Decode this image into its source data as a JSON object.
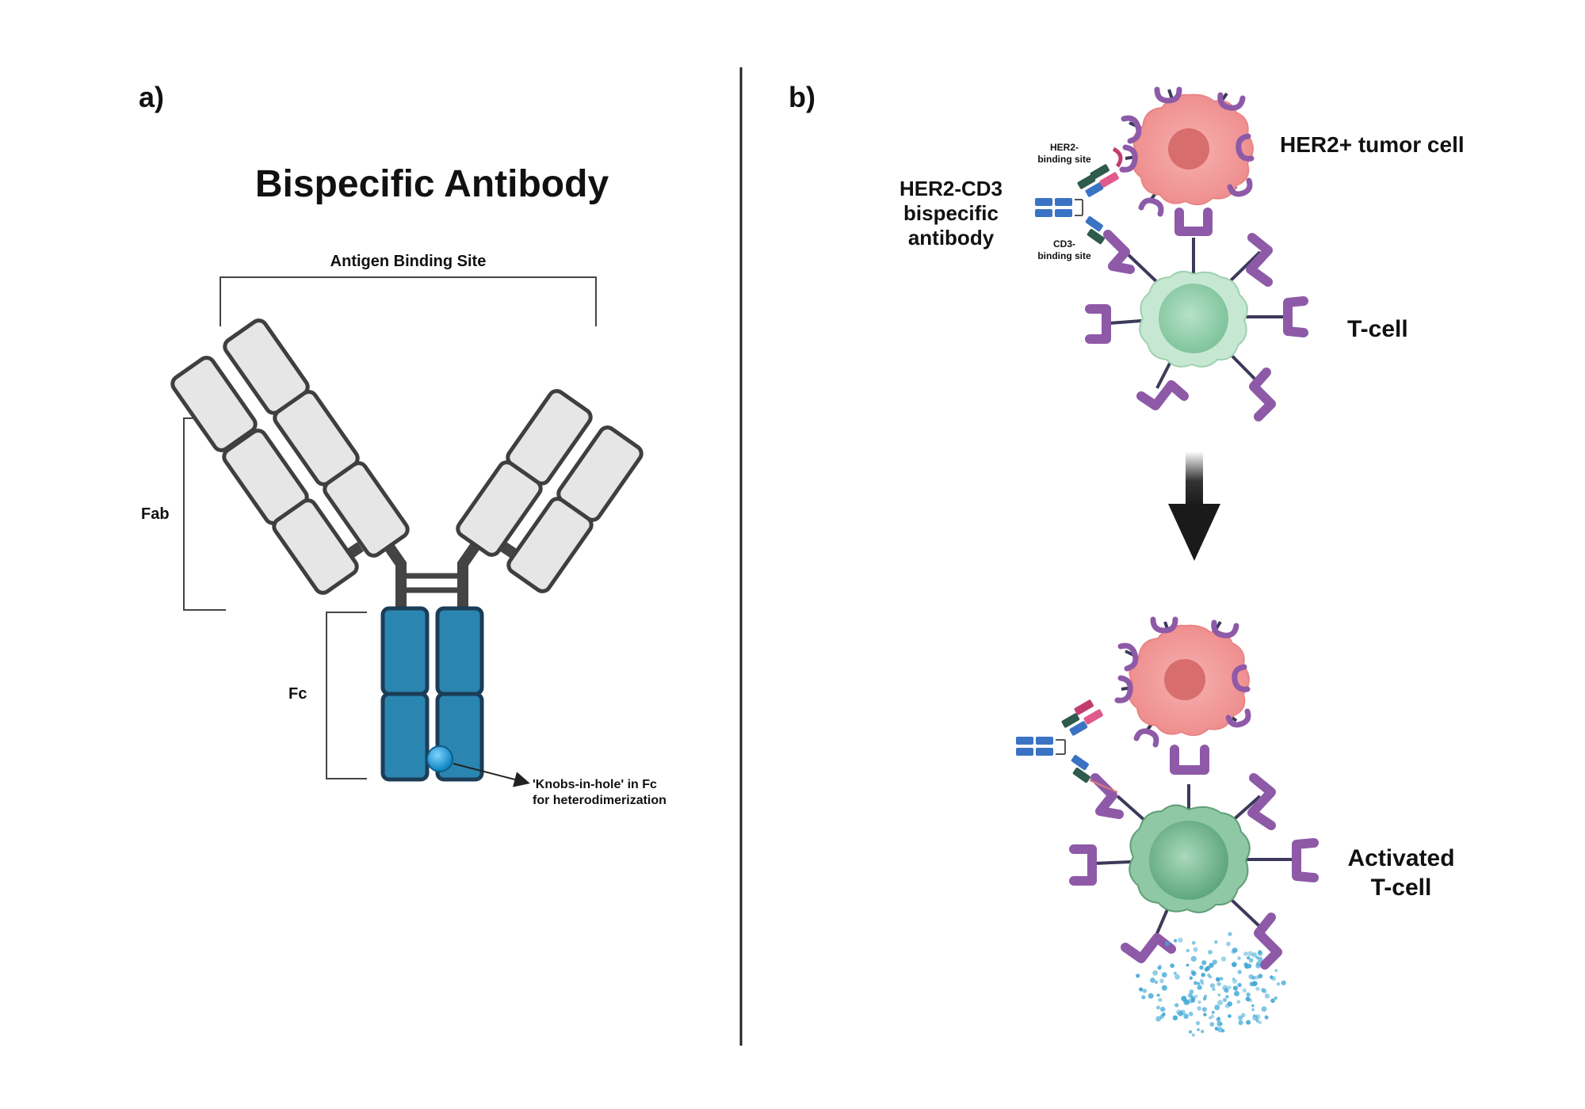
{
  "panel_a": {
    "label": "a)",
    "title": "Bispecific Antibody",
    "antigen_binding_site": "Antigen Binding Site",
    "fab": "Fab",
    "fc": "Fc",
    "knobs_line1": "'Knobs-in-hole' in Fc",
    "knobs_line2": "for heterodimerization"
  },
  "panel_b": {
    "label": "b)",
    "tumor_cell": "HER2+ tumor cell",
    "antibody_line1": "HER2-CD3",
    "antibody_line2": "bispecific",
    "antibody_line3": "antibody",
    "her2_site_line1": "HER2-",
    "her2_site_line2": "binding site",
    "cd3_site_line1": "CD3-",
    "cd3_site_line2": "binding site",
    "t_cell": "T-cell",
    "activated_line1": "Activated",
    "activated_line2": "T-cell"
  },
  "colors": {
    "fab_fill": "#e6e6e6",
    "fc_fill": "#2a85b0",
    "knob": "#1aa3e0",
    "tumor": "#f4a3a3",
    "t_cell": "#9fd4b3",
    "receptor": "#8e5aa8",
    "cytokine": "#3fa7d6"
  }
}
